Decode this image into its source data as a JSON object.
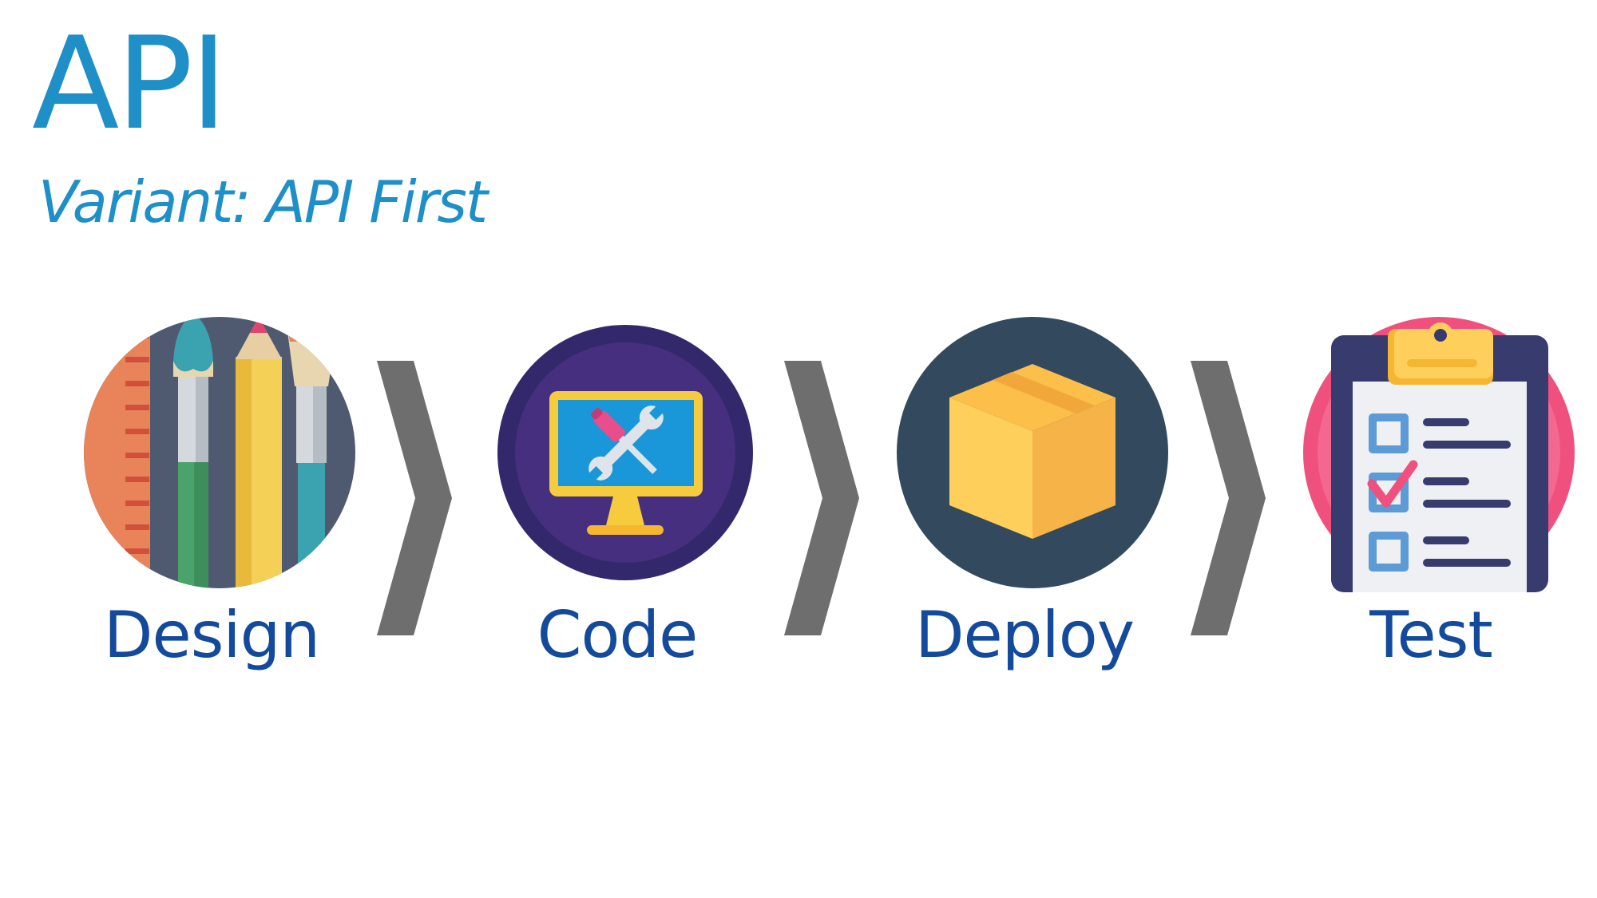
{
  "header": {
    "title": "API",
    "subtitle": "Variant: API First"
  },
  "colors": {
    "title": "#1f8fc7",
    "label": "#134a9b",
    "chevron": "#6e6e6e"
  },
  "steps": [
    {
      "label": "Design",
      "icon": "design-tools-icon"
    },
    {
      "label": "Code",
      "icon": "monitor-tools-icon"
    },
    {
      "label": "Deploy",
      "icon": "box-icon"
    },
    {
      "label": "Test",
      "icon": "clipboard-checklist-icon"
    }
  ]
}
